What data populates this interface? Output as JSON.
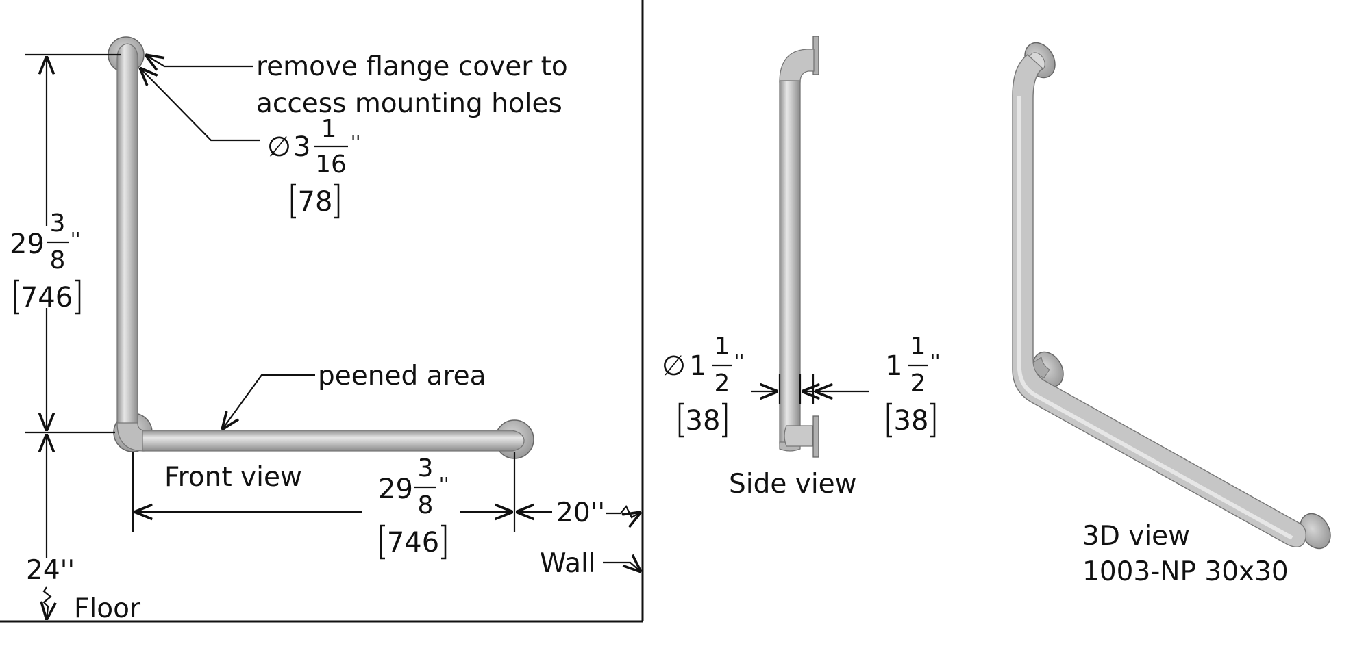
{
  "colors": {
    "background": "#ffffff",
    "line": "#111111",
    "bar_fill": "#c7c7c7",
    "bar_highlight": "#e4e4e4",
    "bar_shadow": "#8d8d8d",
    "flange_fill": "#b4b4b4"
  },
  "front_view": {
    "caption": "Front view",
    "callout_flange_line1": "remove flange cover to",
    "callout_flange_line2": "access mounting holes",
    "flange_diameter": {
      "symbol": "∅",
      "whole": "3",
      "num": "1",
      "den": "16",
      "unit": "''",
      "metric": "78"
    },
    "vertical_length": {
      "whole": "29",
      "num": "3",
      "den": "8",
      "unit": "''",
      "metric": "746"
    },
    "horizontal_length": {
      "whole": "29",
      "num": "3",
      "den": "8",
      "unit": "''",
      "metric": "746"
    },
    "callout_peened": "peened area",
    "height_above_floor": "24''",
    "floor_label": "Floor",
    "offset_from_wall": "20''",
    "wall_label": "Wall"
  },
  "side_view": {
    "caption": "Side view",
    "bar_diameter": {
      "symbol": "∅",
      "whole": "1",
      "num": "1",
      "den": "2",
      "unit": "''",
      "metric": "38"
    },
    "wall_clearance": {
      "whole": "1",
      "num": "1",
      "den": "2",
      "unit": "''",
      "metric": "38"
    }
  },
  "iso_view": {
    "caption_line1": "3D view",
    "caption_line2": "1003-NP 30x30"
  }
}
